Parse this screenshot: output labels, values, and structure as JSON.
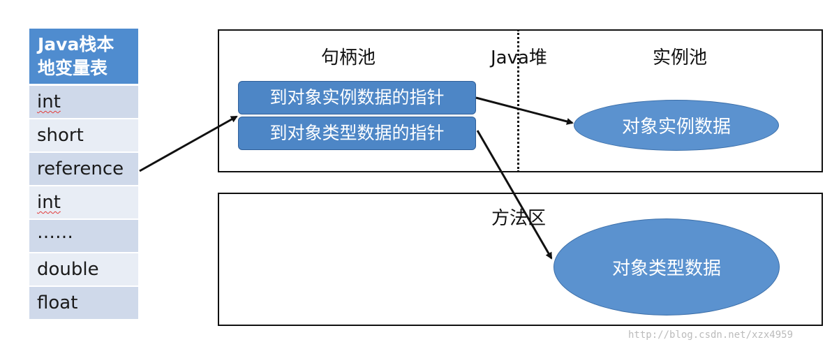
{
  "table": {
    "header": "Java栈本地变量表",
    "header_line1": "Java栈本",
    "header_line2": "地变量表",
    "rows": [
      "int",
      "short",
      "reference",
      "int",
      "……",
      "double",
      "float"
    ]
  },
  "heap": {
    "handle_pool_label": "句柄池",
    "java_heap_label": "Java堆",
    "instance_pool_label": "实例池",
    "instance_pointer": "到对象实例数据的指针",
    "type_pointer": "到对象类型数据的指针",
    "instance_data": "对象实例数据"
  },
  "method_area": {
    "label": "方法区",
    "type_data": "对象类型数据"
  },
  "watermark": "http://blog.csdn.net/xzx4959",
  "colors": {
    "header_blue": "#4f8ccf",
    "row_dark": "#cfd9ea",
    "row_light": "#e8edf5",
    "box_blue": "#4d86c6",
    "ellipse_blue": "#5b92cf"
  }
}
